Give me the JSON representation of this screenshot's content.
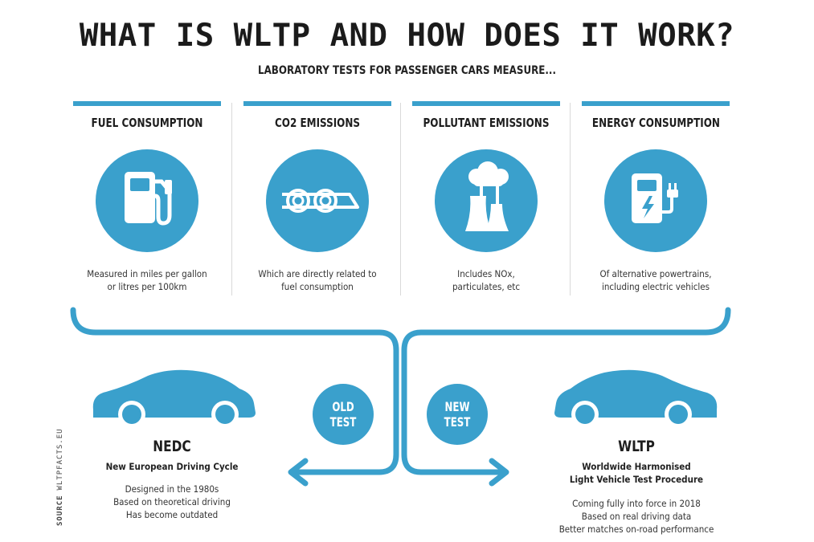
{
  "title": "WHAT IS WLTP AND HOW DOES IT WORK?",
  "subtitle": "LABORATORY TESTS FOR PASSENGER CARS MEASURE...",
  "columns": [
    {
      "heading": "FUEL CONSUMPTION",
      "desc1": "Measured in miles per gallon",
      "desc2": "or litres per 100km",
      "icon": "fuel-pump-icon"
    },
    {
      "heading": "CO2 EMISSIONS",
      "desc1": "Which are directly related to",
      "desc2": "fuel consumption",
      "icon": "exhaust-pipes-icon"
    },
    {
      "heading": "POLLUTANT EMISSIONS",
      "desc1": "Includes NOx,",
      "desc2": "particulates, etc",
      "icon": "factory-smoke-icon"
    },
    {
      "heading": "ENERGY CONSUMPTION",
      "desc1": "Of alternative powertrains,",
      "desc2": "including electric vehicles",
      "icon": "ev-charger-icon"
    }
  ],
  "old_test": {
    "line1": "OLD",
    "line2": "TEST"
  },
  "new_test": {
    "line1": "NEW",
    "line2": "TEST"
  },
  "nedc": {
    "abbr": "NEDC",
    "full": "New European Driving Cycle",
    "notes": [
      "Designed in the 1980s",
      "Based on theoretical driving",
      "Has become outdated"
    ]
  },
  "wltp": {
    "abbr": "WLTP",
    "full1": "Worldwide Harmonised",
    "full2": "Light Vehicle Test Procedure",
    "notes": [
      "Coming fully into force in 2018",
      "Based on real driving data",
      "Better matches on-road performance"
    ]
  },
  "source": {
    "label": "SOURCE",
    "value": "WLTPFACTS.EU"
  },
  "colors": {
    "accent": "#3aa0cc",
    "text": "#222222"
  }
}
